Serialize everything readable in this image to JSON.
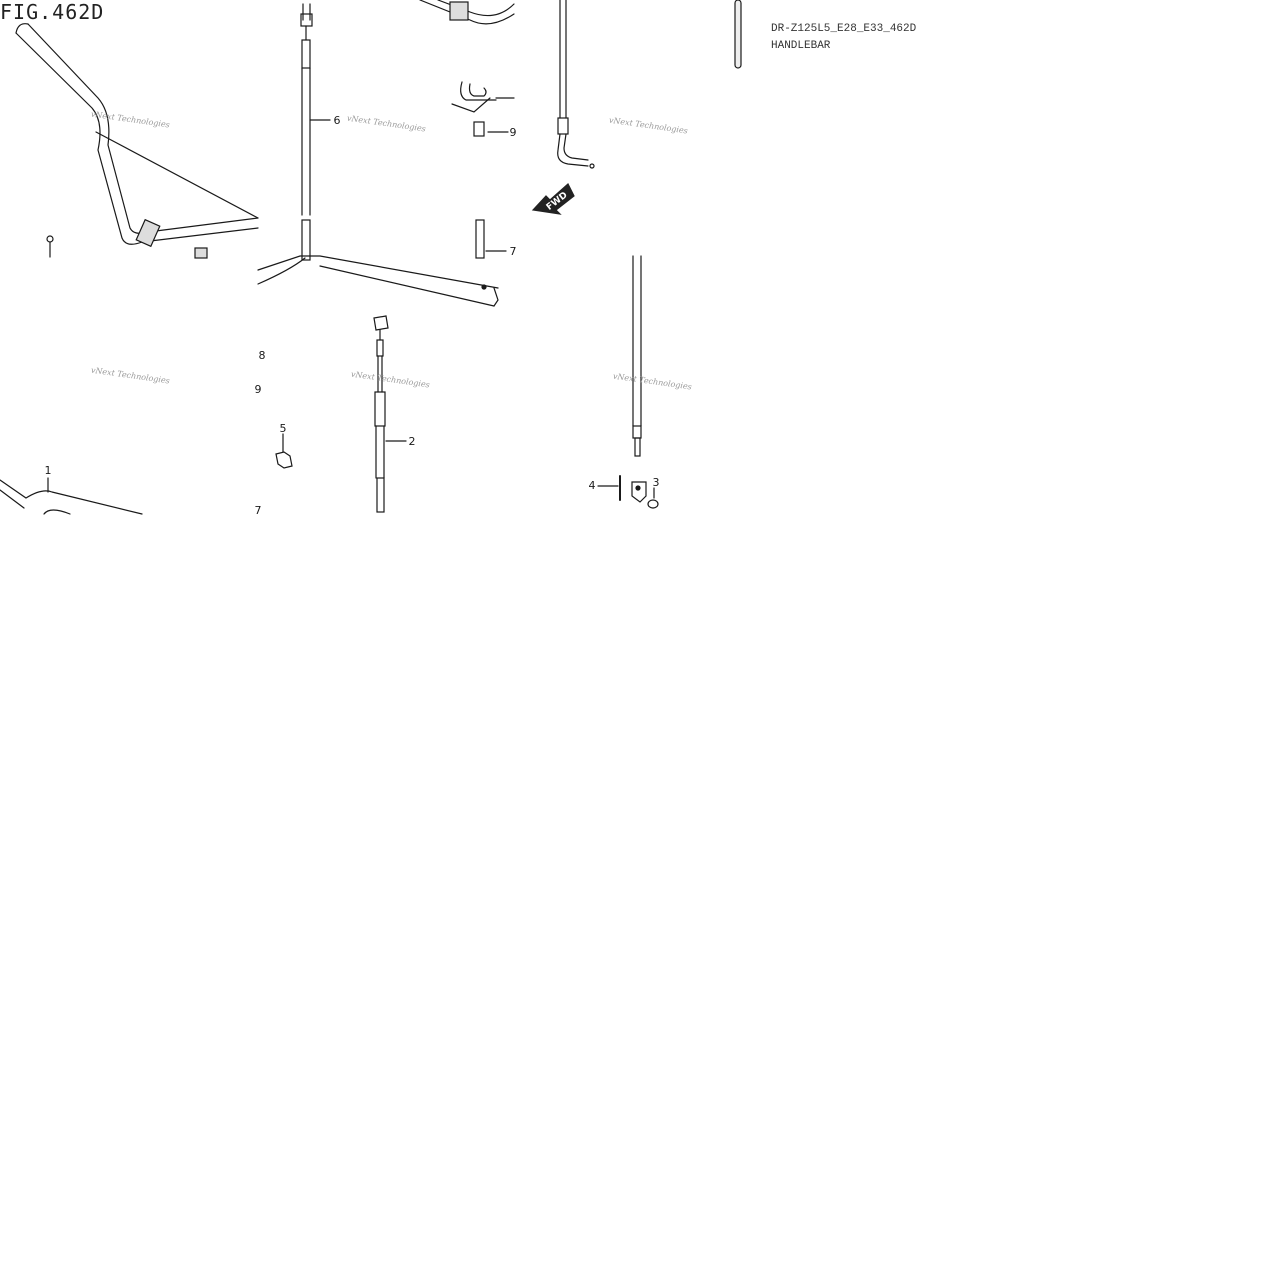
{
  "figure": {
    "number": "FIG.462D",
    "model_code": "DR-Z125L5_E28_E33_462D",
    "part_name": "HANDLEBAR"
  },
  "watermark": {
    "text": "vNext Technologies"
  },
  "callouts": [
    {
      "num": "1"
    },
    {
      "num": "2"
    },
    {
      "num": "3"
    },
    {
      "num": "4"
    },
    {
      "num": "5"
    },
    {
      "num": "6"
    },
    {
      "num": "7"
    },
    {
      "num": "7"
    },
    {
      "num": "8"
    },
    {
      "num": "9"
    },
    {
      "num": "9"
    }
  ],
  "direction_marker": {
    "label": "FWD"
  },
  "colors": {
    "line": "#1a1a1a",
    "watermark": "#9a9a9a",
    "background": "#ffffff"
  }
}
